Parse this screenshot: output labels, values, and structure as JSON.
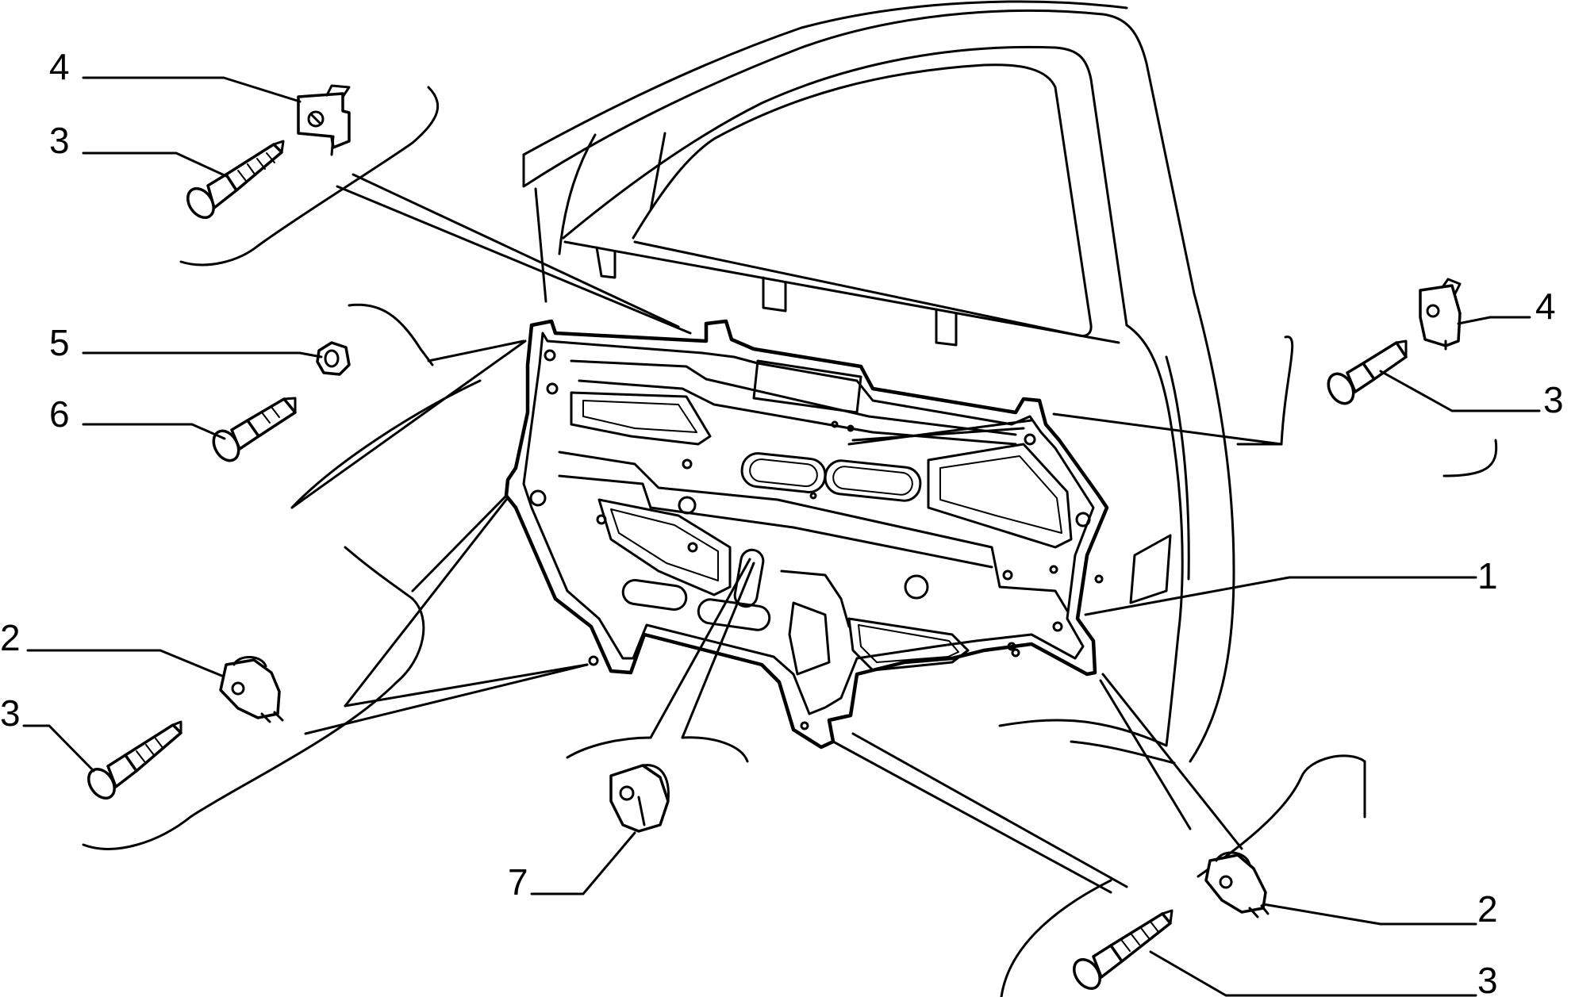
{
  "callouts": [
    {
      "id": "c4a",
      "label": "4"
    },
    {
      "id": "c3a",
      "label": "3"
    },
    {
      "id": "c5",
      "label": "5"
    },
    {
      "id": "c6",
      "label": "6"
    },
    {
      "id": "c2a",
      "label": "2"
    },
    {
      "id": "c3b",
      "label": "3"
    },
    {
      "id": "c7",
      "label": "7"
    },
    {
      "id": "c4b",
      "label": "4"
    },
    {
      "id": "c3c",
      "label": "3"
    },
    {
      "id": "c1",
      "label": "1"
    },
    {
      "id": "c2b",
      "label": "2"
    },
    {
      "id": "c3d",
      "label": "3"
    }
  ]
}
